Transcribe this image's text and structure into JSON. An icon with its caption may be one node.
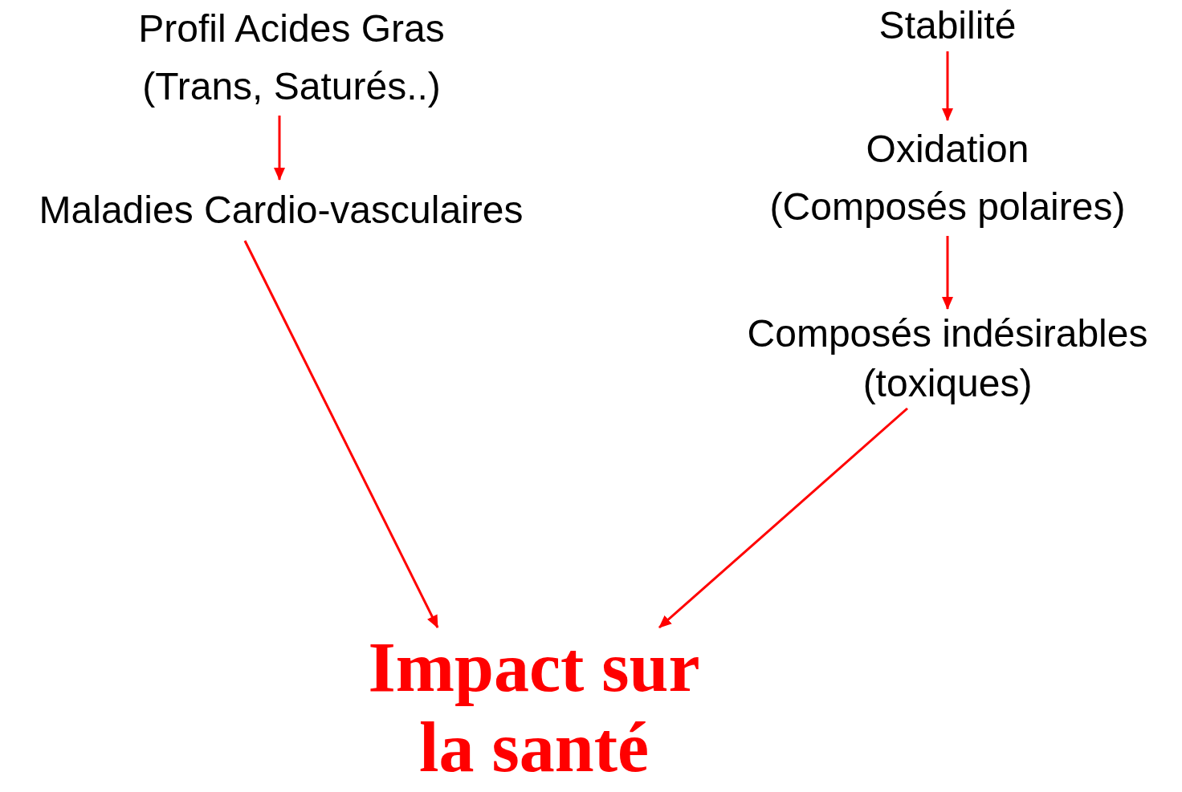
{
  "diagram": {
    "nodes": [
      {
        "text": [
          "Profil Acides Gras",
          "(Trans, Saturés..)"
        ]
      },
      {
        "text": [
          "Maladies Cardio-vasculaires"
        ]
      },
      {
        "text": [
          "Stabilité"
        ]
      },
      {
        "text": [
          "Oxidation",
          "(Composés polaires)"
        ]
      },
      {
        "text": [
          "Composés indésirables",
          "(toxiques)"
        ]
      },
      {
        "text": [
          "Impact sur la santé"
        ]
      }
    ],
    "edges": [
      {
        "from": 0,
        "to": 1,
        "arrow": "to"
      },
      {
        "from": 2,
        "to": 3,
        "arrow": "to"
      },
      {
        "from": 3,
        "to": 4,
        "arrow": "to"
      },
      {
        "from": 1,
        "to": 5,
        "arrow": "to"
      },
      {
        "from": 4,
        "to": 5,
        "arrow": "to"
      }
    ]
  }
}
